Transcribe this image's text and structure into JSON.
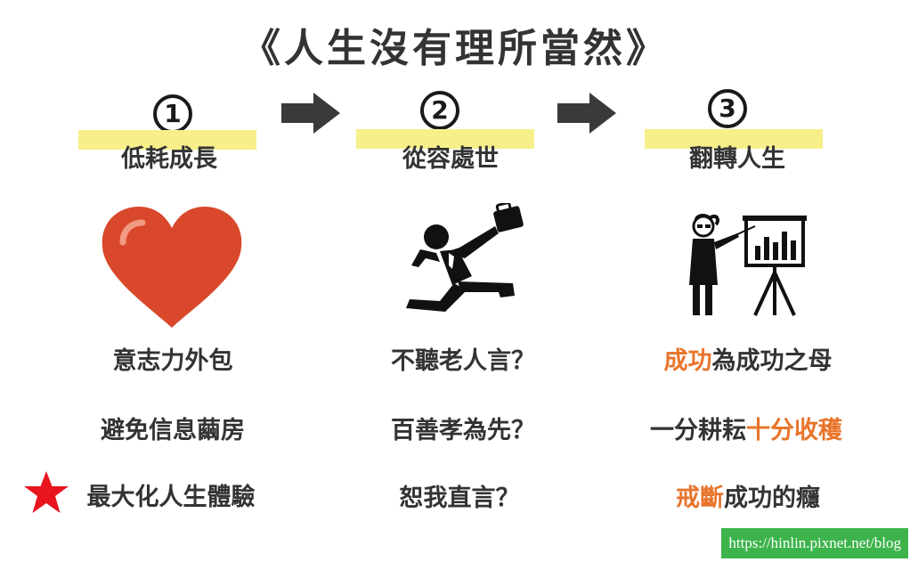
{
  "title": "《人生沒有理所當然》",
  "steps": [
    {
      "num": "1",
      "label": "低耗成長"
    },
    {
      "num": "2",
      "label": "從容處世"
    },
    {
      "num": "3",
      "label": "翻轉人生"
    }
  ],
  "col1": {
    "items": [
      "意志力外包",
      "避免信息繭房",
      "最大化人生體驗"
    ]
  },
  "col2": {
    "items": [
      "不聽老人言？",
      "百善孝為先？",
      "恕我直言？"
    ]
  },
  "col3": {
    "item1": {
      "a": "成功",
      "b": "為成功之母"
    },
    "item2": {
      "a": "一分耕耘",
      "b": "十分收穫"
    },
    "item3": {
      "a": "戒斷",
      "b": "成功的癮"
    }
  },
  "watermark": "https://hinlin.pixnet.net/blog",
  "colors": {
    "accent_orange": "#e8742a",
    "highlight_yellow": "#f7ef8a",
    "heart_red": "#d9482b",
    "star_red": "#e8141e",
    "watermark_green": "#3cb44b"
  }
}
